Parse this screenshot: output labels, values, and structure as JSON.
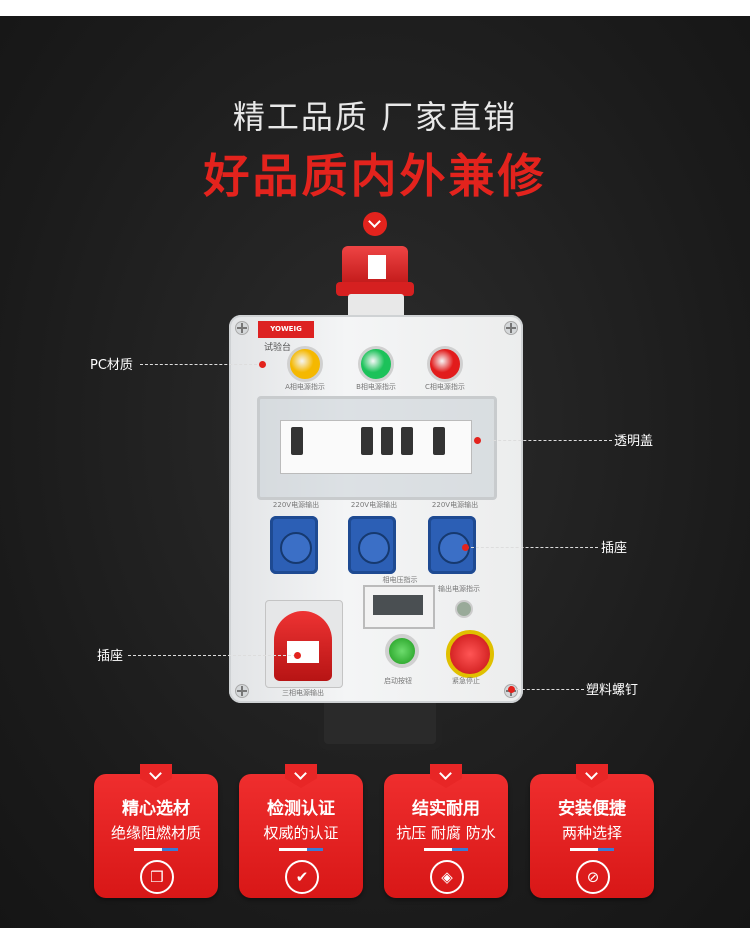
{
  "header": {
    "title": "精工品质 厂家直销",
    "subtitle": "好品质内外兼修"
  },
  "box": {
    "brand": "YOWEIG",
    "label": "试验台",
    "lamps": [
      {
        "label": "A相电源指示",
        "color": "#f5b800"
      },
      {
        "label": "B相电源指示",
        "color": "#1cc25a"
      },
      {
        "label": "C相电源指示",
        "color": "#e21c1c"
      }
    ],
    "socket_labels": [
      "220V电源输出",
      "220V电源输出",
      "220V电源输出"
    ],
    "meter_label": "相电压指示",
    "indicator_label": "输出电源指示",
    "red_socket_label": "三相电源输出",
    "start_label": "启动按钮",
    "estop_label": "紧急停止"
  },
  "callouts": {
    "pc": "PC材质",
    "cover": "透明盖",
    "socket_right": "插座",
    "socket_left": "插座",
    "screw": "塑料螺钉"
  },
  "cards": [
    {
      "title": "精心选材",
      "subtitle": "绝缘阻燃材质",
      "icon": "cubes-icon",
      "glyph": "❒"
    },
    {
      "title": "检测认证",
      "subtitle": "权威的认证",
      "icon": "check-icon",
      "glyph": "✔"
    },
    {
      "title": "结实耐用",
      "subtitle": "抗压 耐腐 防水",
      "icon": "diamond-icon",
      "glyph": "◈"
    },
    {
      "title": "安装便捷",
      "subtitle": "两种选择",
      "icon": "tool-icon",
      "glyph": "⊘"
    }
  ],
  "colors": {
    "accent": "#e3231d",
    "background": "#1e1e1e"
  }
}
